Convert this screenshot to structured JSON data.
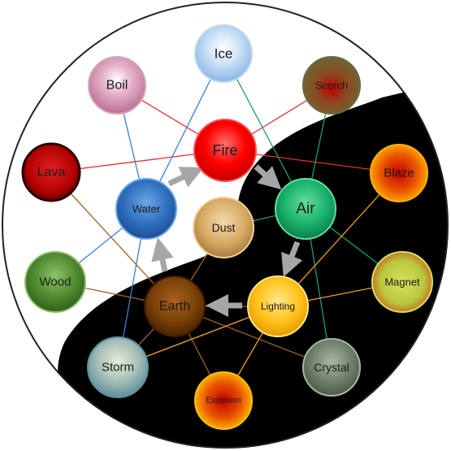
{
  "nodes": {
    "ice": {
      "label": "Ice",
      "color": "#a9cdef"
    },
    "boil": {
      "label": "Boil",
      "color": "#cf8fae"
    },
    "scorch": {
      "label": "Scorch",
      "color": "#8a5a2a"
    },
    "fire": {
      "label": "Fire",
      "color": "#ff0000"
    },
    "lava": {
      "label": "Lava",
      "color": "#b30000"
    },
    "blaze": {
      "label": "Blaze",
      "color": "#d62a00"
    },
    "water": {
      "label": "Water",
      "color": "#2f6fbf"
    },
    "air": {
      "label": "Air",
      "color": "#19b36b"
    },
    "dust": {
      "label": "Dust",
      "color": "#d8ab67"
    },
    "wood": {
      "label": "Wood",
      "color": "#4f8a2f"
    },
    "magnet": {
      "label": "Magnet",
      "color": "#b8c83a"
    },
    "earth": {
      "label": "Earth",
      "color": "#7a4108"
    },
    "lighting": {
      "label": "Lighting",
      "color": "#ffc21a"
    },
    "storm": {
      "label": "Storm",
      "color": "#8fb0b5"
    },
    "crystal": {
      "label": "Crystal",
      "color": "#6f7f6a"
    },
    "explosion": {
      "label": "Explosion",
      "color": "#e33000"
    }
  }
}
